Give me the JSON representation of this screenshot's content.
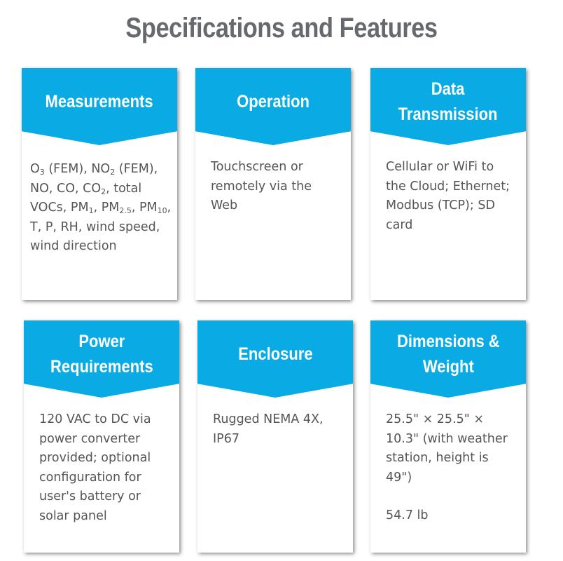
{
  "page": {
    "title": "Specifications and Features"
  },
  "colors": {
    "header_blue": "#0aabe4",
    "title_gray": "#666a6e",
    "body_text": "#555555"
  },
  "cards": [
    {
      "title": "Measurements",
      "body_segments": [
        "O",
        "3",
        " (FEM), NO",
        "2",
        " (FEM), NO, CO, CO",
        "2",
        ", total VOCs, PM",
        "1",
        ", PM",
        "2.5",
        ", PM",
        "10",
        ", T, P, RH, wind speed, wind direction"
      ]
    },
    {
      "title": "Operation",
      "body": [
        "Touchscreen or remotely via the Web"
      ]
    },
    {
      "title": "Data\nTransmission",
      "body": [
        "Cellular or WiFi to the Cloud; Ethernet; Modbus (TCP); SD card"
      ]
    },
    {
      "title": "Power\nRequirements",
      "body": [
        "120 VAC to DC via power converter provided; optional configuration for user's battery or solar panel"
      ]
    },
    {
      "title": "Enclosure",
      "body": [
        "Rugged NEMA 4X, IP67"
      ]
    },
    {
      "title": "Dimensions &\nWeight",
      "body": [
        "25.5\" × 25.5\" × 10.3\" (with weather station, height is 49\")",
        "54.7 lb"
      ]
    }
  ]
}
